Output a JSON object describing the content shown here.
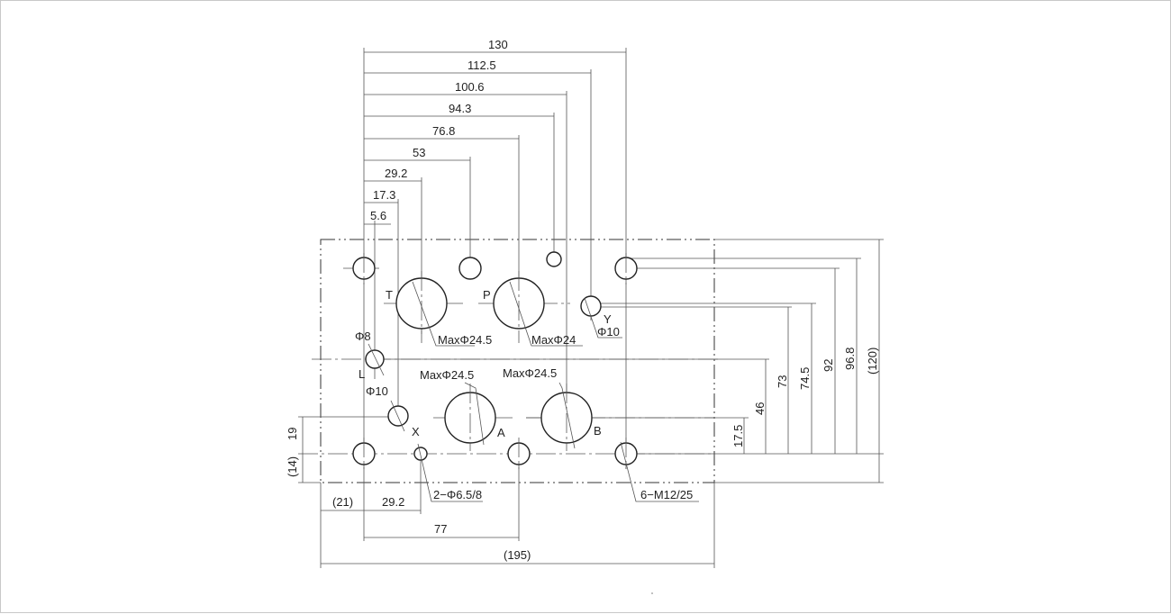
{
  "top_dimensions": [
    "130",
    "112.5",
    "100.6",
    "94.3",
    "76.8",
    "53",
    "29.2",
    "17.3",
    "5.6"
  ],
  "right_dimensions": [
    "17.5",
    "46",
    "73",
    "74.5",
    "92",
    "96.8",
    "(120)"
  ],
  "left_dimensions": [
    "19",
    "(14)"
  ],
  "bottom_dimensions": [
    "(21)",
    "29.2",
    "77",
    "(195)"
  ],
  "port_labels": {
    "T": "T",
    "P": "P",
    "Y": "Y",
    "L": "L",
    "X": "X",
    "A": "A",
    "B": "B"
  },
  "callouts": {
    "t_max": "MaxΦ24.5",
    "p_max": "MaxΦ24",
    "y_dia": "Φ10",
    "l_dia": "Φ8",
    "x_dia": "Φ10",
    "a_max": "MaxΦ24.5",
    "b_max": "MaxΦ24.5",
    "bolt_holes": "2−Φ6.5/8",
    "thread_holes": "6−M12/25"
  }
}
